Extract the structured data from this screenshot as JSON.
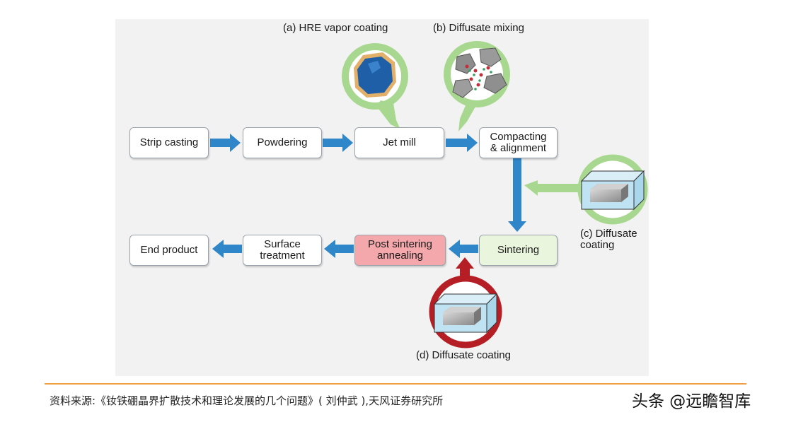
{
  "nodes": {
    "strip_casting": "Strip casting",
    "powdering": "Powdering",
    "jet_mill": "Jet mill",
    "compacting": "Compacting\n& alignment",
    "sintering": "Sintering",
    "post_sintering": "Post sintering\nannealing",
    "surface_treatment": "Surface\ntreatment",
    "end_product": "End product"
  },
  "callouts": {
    "a": "(a) HRE vapor coating",
    "b": "(b) Diffusate mixing",
    "c": "(c) Diffusate\ncoating",
    "d": "(d) Diffusate coating"
  },
  "footer": {
    "source": "资料来源:《钕铁硼晶界扩散技术和理论发展的几个问题》( 刘仲武 ),天风证券研究所",
    "watermark": "头条 @远瞻智库"
  },
  "colors": {
    "arrow_blue": "#2f86c8",
    "callout_green": "#a8d890",
    "callout_red": "#b41e24",
    "rule_orange": "#f0a040"
  }
}
